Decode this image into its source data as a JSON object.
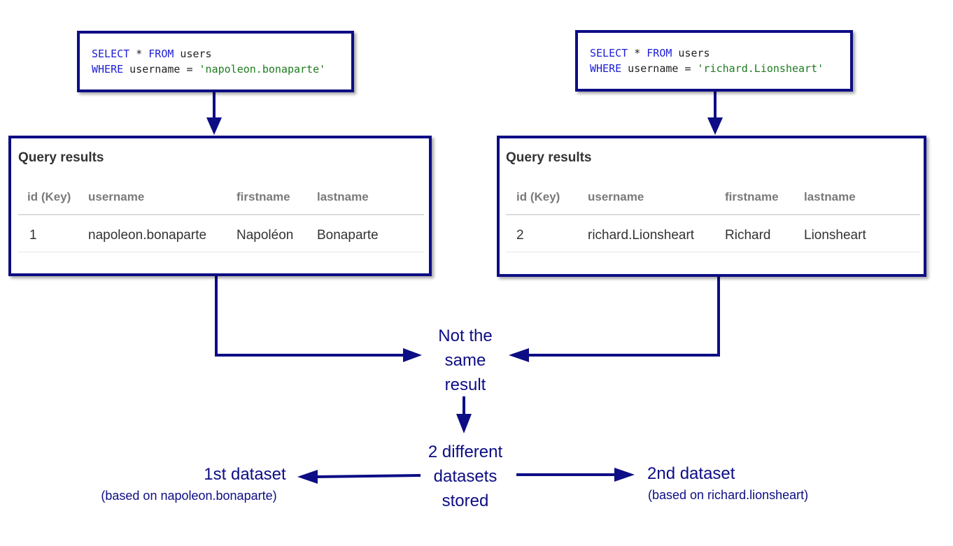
{
  "left": {
    "query": {
      "kw_select": "SELECT",
      "star": " * ",
      "kw_from": "FROM",
      "table": " users",
      "kw_where": "WHERE",
      "cond": " username = ",
      "value": "'napoleon.bonaparte'"
    },
    "results": {
      "title": "Query results",
      "columns": [
        "id (Key)",
        "username",
        "firstname",
        "lastname"
      ],
      "row": [
        "1",
        "napoleon.bonaparte",
        "Napoléon",
        "Bonaparte"
      ]
    }
  },
  "right": {
    "query": {
      "kw_select": "SELECT",
      "star": " * ",
      "kw_from": "FROM",
      "table": " users",
      "kw_where": "WHERE",
      "cond": " username = ",
      "value": "'richard.Lionsheart'"
    },
    "results": {
      "title": "Query results",
      "columns": [
        "id (Key)",
        "username",
        "firstname",
        "lastname"
      ],
      "row": [
        "2",
        "richard.Lionsheart",
        "Richard",
        "Lionsheart"
      ]
    }
  },
  "center": {
    "not_same": [
      "Not the",
      "same",
      "result"
    ],
    "stored": [
      "2 different",
      "datasets",
      "stored"
    ]
  },
  "datasets": {
    "first": {
      "title": "1st dataset",
      "sub": "(based on napoleon.bonaparte)"
    },
    "second": {
      "title": "2nd dataset",
      "sub": "(based on richard.lionsheart)"
    }
  },
  "colors": {
    "accent": "#0d0d85",
    "keyword": "#1c1cd6",
    "string": "#1d7a1d"
  }
}
